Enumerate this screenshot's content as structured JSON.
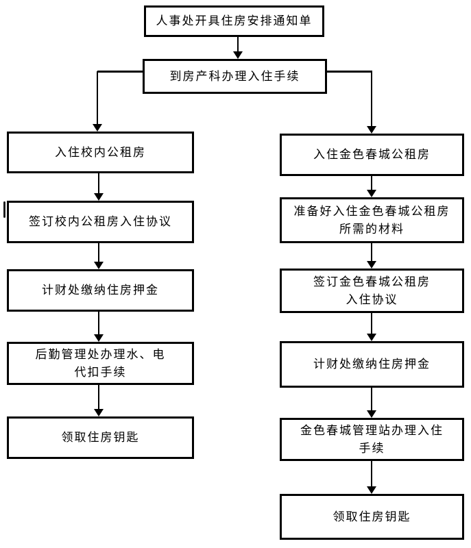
{
  "flowchart": {
    "description": "Housing check-in procedure flowchart",
    "colors": {
      "line": "#000000",
      "box_border": "#000000",
      "background": "#ffffff",
      "text": "#000000"
    },
    "nodes": {
      "notice": {
        "text": "人事处开具住房安排通知单"
      },
      "checkin": {
        "text": "到房产科办理入住手续"
      },
      "campus_movein": {
        "text": "入住校内公租房"
      },
      "campus_agreement": {
        "text": "签订校内公租房入住协议"
      },
      "campus_deposit": {
        "text": "计财处缴纳住房押金"
      },
      "campus_utilities": {
        "line1": "后勤管理处办理水、电",
        "line2": "代扣手续"
      },
      "campus_keys": {
        "text": "领取住房钥匙"
      },
      "gsc_movein": {
        "text": "入住金色春城公租房"
      },
      "gsc_materials": {
        "line1": "准备好入住金色春城公租房",
        "line2": "所需的材料"
      },
      "gsc_agreement": {
        "line1": "签订金色春城公租房",
        "line2": "入住协议"
      },
      "gsc_deposit": {
        "text": "计财处缴纳住房押金"
      },
      "gsc_station": {
        "line1": "金色春城管理站办理入住",
        "line2": "手续"
      },
      "gsc_keys": {
        "text": "领取住房钥匙"
      }
    }
  }
}
